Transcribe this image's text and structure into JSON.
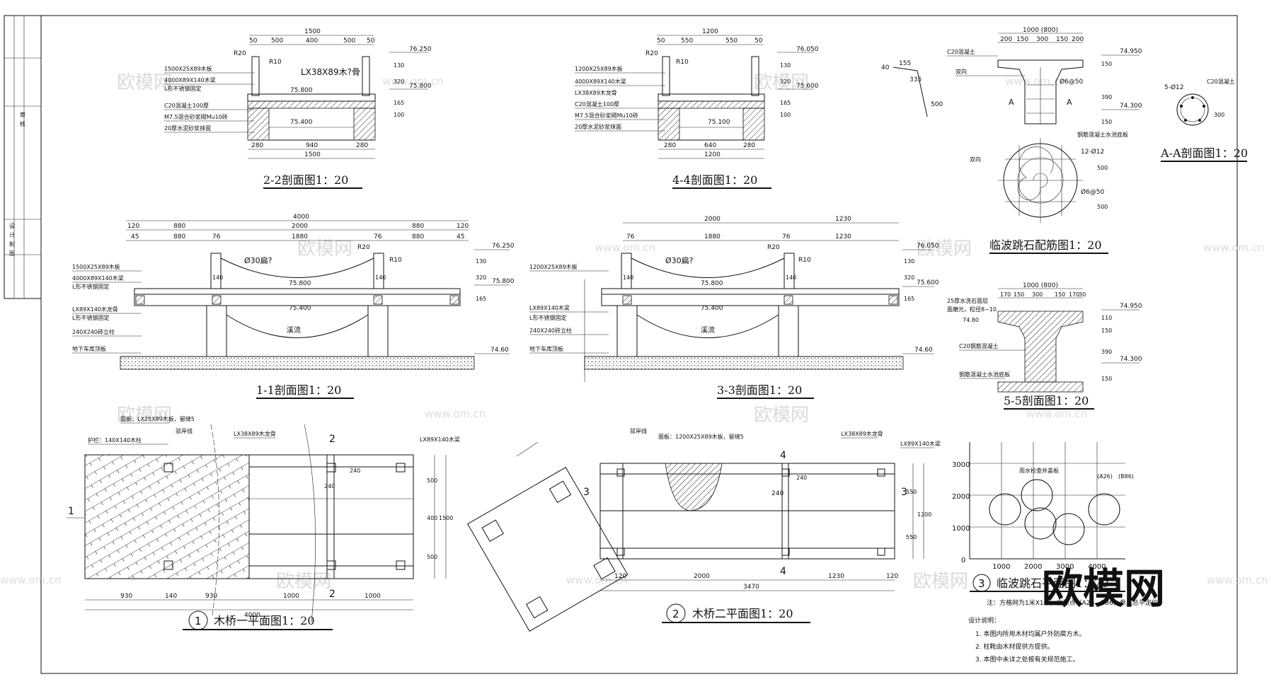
{
  "views": {
    "s22": {
      "title": "2-2剖面图1：20",
      "dims_top": [
        "1500",
        "50",
        "500",
        "400",
        "500",
        "50"
      ],
      "dims_bot": [
        "280",
        "940",
        "280",
        "1500"
      ],
      "elev": [
        "76.250",
        "75.800",
        "75.800",
        "75.400"
      ],
      "labels": [
        "1500X25X89木板",
        "4000X89X140木梁",
        "L形不锈钢固定",
        "C20混凝土100厚",
        "M7.5混合砂浆砌Mu10砖",
        "20厚水泥砂浆抹面"
      ],
      "rail": "LX38X89木?骨",
      "r": [
        "R20",
        "R10"
      ],
      "vdims": [
        "130",
        "320",
        "165",
        "100"
      ]
    },
    "s44": {
      "title": "4-4剖面图1：20",
      "dims_top": [
        "1200",
        "50",
        "550",
        "550",
        "50"
      ],
      "dims_bot": [
        "280",
        "640",
        "280",
        "1200"
      ],
      "elev": [
        "76.050",
        "75.600",
        "75.100"
      ],
      "labels": [
        "1200X25X89木板",
        "4000X89X140木梁",
        "LX38X89木龙骨",
        "C20混凝土100厚",
        "M7.5混合砂浆砌Mu10砖",
        "20厚水泥砂浆抹面"
      ],
      "r": [
        "R20",
        "R10"
      ],
      "vdims": [
        "130",
        "320",
        "165",
        "100"
      ]
    },
    "s11": {
      "title": "1-1剖面图1：20",
      "dims_top": [
        "4000",
        "120",
        "880",
        "2000",
        "880",
        "120"
      ],
      "dims_mid": [
        "45",
        "880",
        "76",
        "1880",
        "76",
        "880",
        "45"
      ],
      "elev": [
        "76.250",
        "75.800",
        "75.800",
        "75.400",
        "74.60"
      ],
      "labels": [
        "1500X25X89木板",
        "4000X89X140木梁",
        "L形不锈钢固定",
        "LX89X140木龙骨",
        "L形不锈钢固定",
        "240X240砖立柱",
        "地下车库顶板"
      ],
      "pipe": "Ø30扁?",
      "stream": "溪流",
      "r": [
        "R20",
        "R10"
      ],
      "vdims": [
        "130",
        "320",
        "165"
      ],
      "post": [
        "140",
        "140"
      ]
    },
    "s33": {
      "title": "3-3剖面图1：20",
      "dims_top": [
        "2000",
        "1230"
      ],
      "dims_mid": [
        "76",
        "1880",
        "76",
        "1230"
      ],
      "elev": [
        "76.050",
        "75.800",
        "75.600",
        "75.400",
        "74.60"
      ],
      "labels": [
        "1200X25X89木板",
        "LX89X140木梁",
        "L形不锈钢固定",
        "240X240砖立柱",
        "地下车库顶板"
      ],
      "pipe": "Ø30扁?",
      "stream": "溪流",
      "r": [
        "R20",
        "R10"
      ],
      "vdims": [
        "130",
        "320",
        "165"
      ],
      "post": [
        "140",
        "140"
      ]
    },
    "s55": {
      "title": "5-5剖面图1：20",
      "dims_top": [
        "1000 (800)",
        "170",
        "150",
        "300",
        "150",
        "170",
        "30"
      ],
      "elev": [
        "74.950",
        "74.80",
        "74.300"
      ],
      "labels": [
        "25厚水洗石面层",
        "面磨光，粒径8~10",
        "C20钢筋混凝土",
        "钢筋混凝土水池底板"
      ],
      "vdims": [
        "110",
        "150",
        "390",
        "150"
      ]
    },
    "stone": {
      "title": "临波跳石配筋图1：20",
      "dims_top": [
        "1000 (800)",
        "200",
        "150",
        "300",
        "150",
        "200"
      ],
      "labels": [
        "C20混凝土",
        "双向",
        "Ø6@50",
        "钢筋混凝土水池底板",
        "双向",
        "12-Ø12",
        "Ø6@50"
      ],
      "elev": [
        "74.950",
        "74.300"
      ],
      "vdims": [
        "150",
        "390",
        "150",
        "500",
        "500"
      ],
      "cut": [
        "A",
        "A"
      ],
      "hook": [
        "40",
        "155",
        "335",
        "500"
      ]
    },
    "aa": {
      "title": "A-A剖面图1：20",
      "labels": [
        "5-Ø12",
        "C20混凝土"
      ],
      "dim": "300"
    },
    "p1": {
      "num": "1",
      "title": "木桥一平面图1：20",
      "labels": [
        "面板：LX25X89木板，留缝5",
        "护栏：140X140木柱",
        "驳岸线",
        "LX38X89木龙骨",
        "LX89X140木梁"
      ],
      "dims_bot": [
        "930",
        "140",
        "930",
        "1000",
        "1000",
        "4000"
      ],
      "dims_right": [
        "500",
        "400",
        "500",
        "1500"
      ],
      "mark": [
        "2",
        "2",
        "1"
      ],
      "inner": [
        "240",
        "240"
      ]
    },
    "p2": {
      "num": "2",
      "title": "木桥二平面图1：20",
      "labels": [
        "驳岸线",
        "面板：1200X25X89木板，留缝5",
        "LX38X89木龙骨",
        "LX89X140木梁"
      ],
      "dims_bot": [
        "120",
        "2000",
        "1230",
        "120",
        "3470"
      ],
      "dims_right": [
        "550",
        "1200",
        "550"
      ],
      "mark": [
        "3",
        "3",
        "4",
        "4"
      ],
      "inner": [
        "240",
        "240"
      ]
    },
    "p3": {
      "num": "3",
      "title": "临波跳石平面图1：20",
      "grid_y": [
        "3000",
        "2000",
        "1000",
        "0"
      ],
      "grid_x": [
        "1000",
        "2000",
        "3000",
        "4000"
      ],
      "labels": [
        "雨水检查井盖板",
        "(A26)",
        "(B86)"
      ],
      "note": "注：方格网为1米X1米，坐标点（A26、B86）参见总平定位。"
    }
  },
  "notes": {
    "title": "设计说明：",
    "items": [
      "1. 本图内所用木材均属户外防腐方木。",
      "2. 柱靴由木材提供方提供。",
      "3. 本图中未详之处按有关规范施工。"
    ]
  },
  "titleblock": [
    "审",
    "核",
    "设",
    "计",
    "制",
    "图"
  ],
  "watermark": {
    "brand": "欧模网",
    "url": "www.om.cn"
  }
}
